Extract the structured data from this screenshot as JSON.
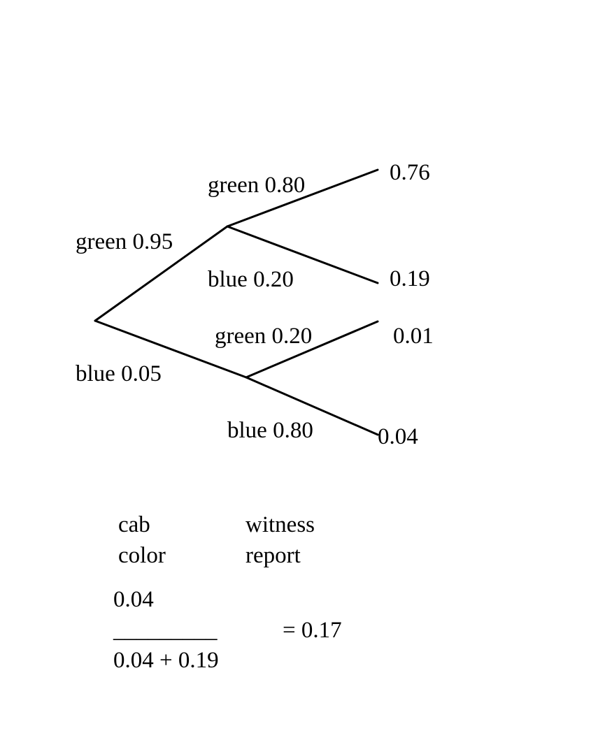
{
  "tree": {
    "first_branches": {
      "green": "green 0.95",
      "blue": "blue 0.05"
    },
    "green_node_branches": {
      "green": "green 0.80",
      "blue": "blue 0.20"
    },
    "blue_node_branches": {
      "green": "green 0.20",
      "blue": "blue 0.80"
    },
    "outcomes": [
      "0.76",
      "0.19",
      "0.01",
      "0.04"
    ]
  },
  "legend": {
    "col1_line1": "cab",
    "col1_line2": "color",
    "col2_line1": "witness",
    "col2_line2": "report"
  },
  "calculation": {
    "numerator": "0.04",
    "fraction_bar": "_________",
    "denominator": "0.04 + 0.19",
    "result": "= 0.17"
  }
}
